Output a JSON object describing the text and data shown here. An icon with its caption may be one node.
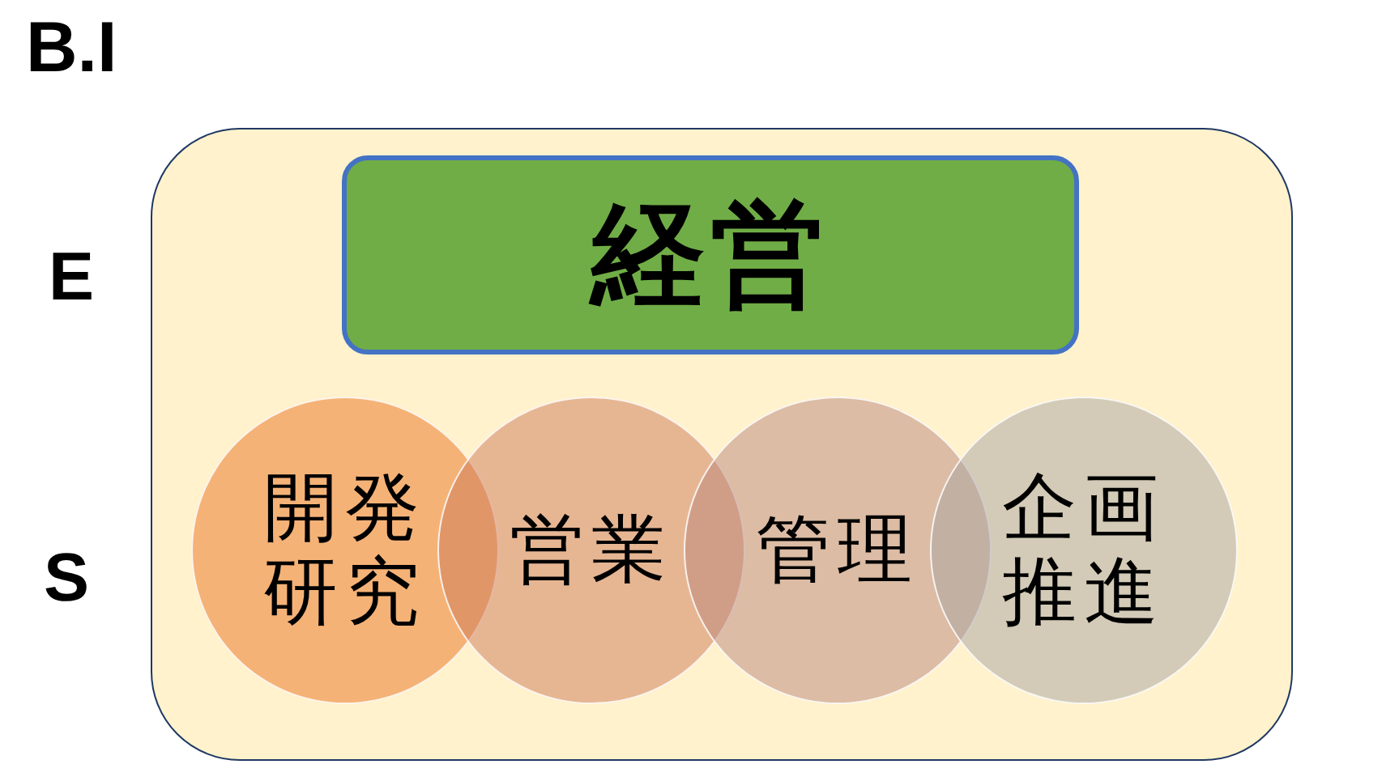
{
  "diagram": {
    "title": "B.I",
    "nodes": [
      {
        "text": [],
        "shape": "box"
      },
      {
        "text": [
          "経営"
        ],
        "in": 0
      },
      {
        "text": [
          "開発研究"
        ],
        "in": 0
      },
      {
        "text": [
          "営業"
        ],
        "in": 0
      },
      {
        "text": [
          "管理"
        ],
        "in": 0
      },
      {
        "text": [
          "企画推進"
        ],
        "in": 0
      }
    ],
    "labels": [
      "E",
      "S"
    ]
  }
}
